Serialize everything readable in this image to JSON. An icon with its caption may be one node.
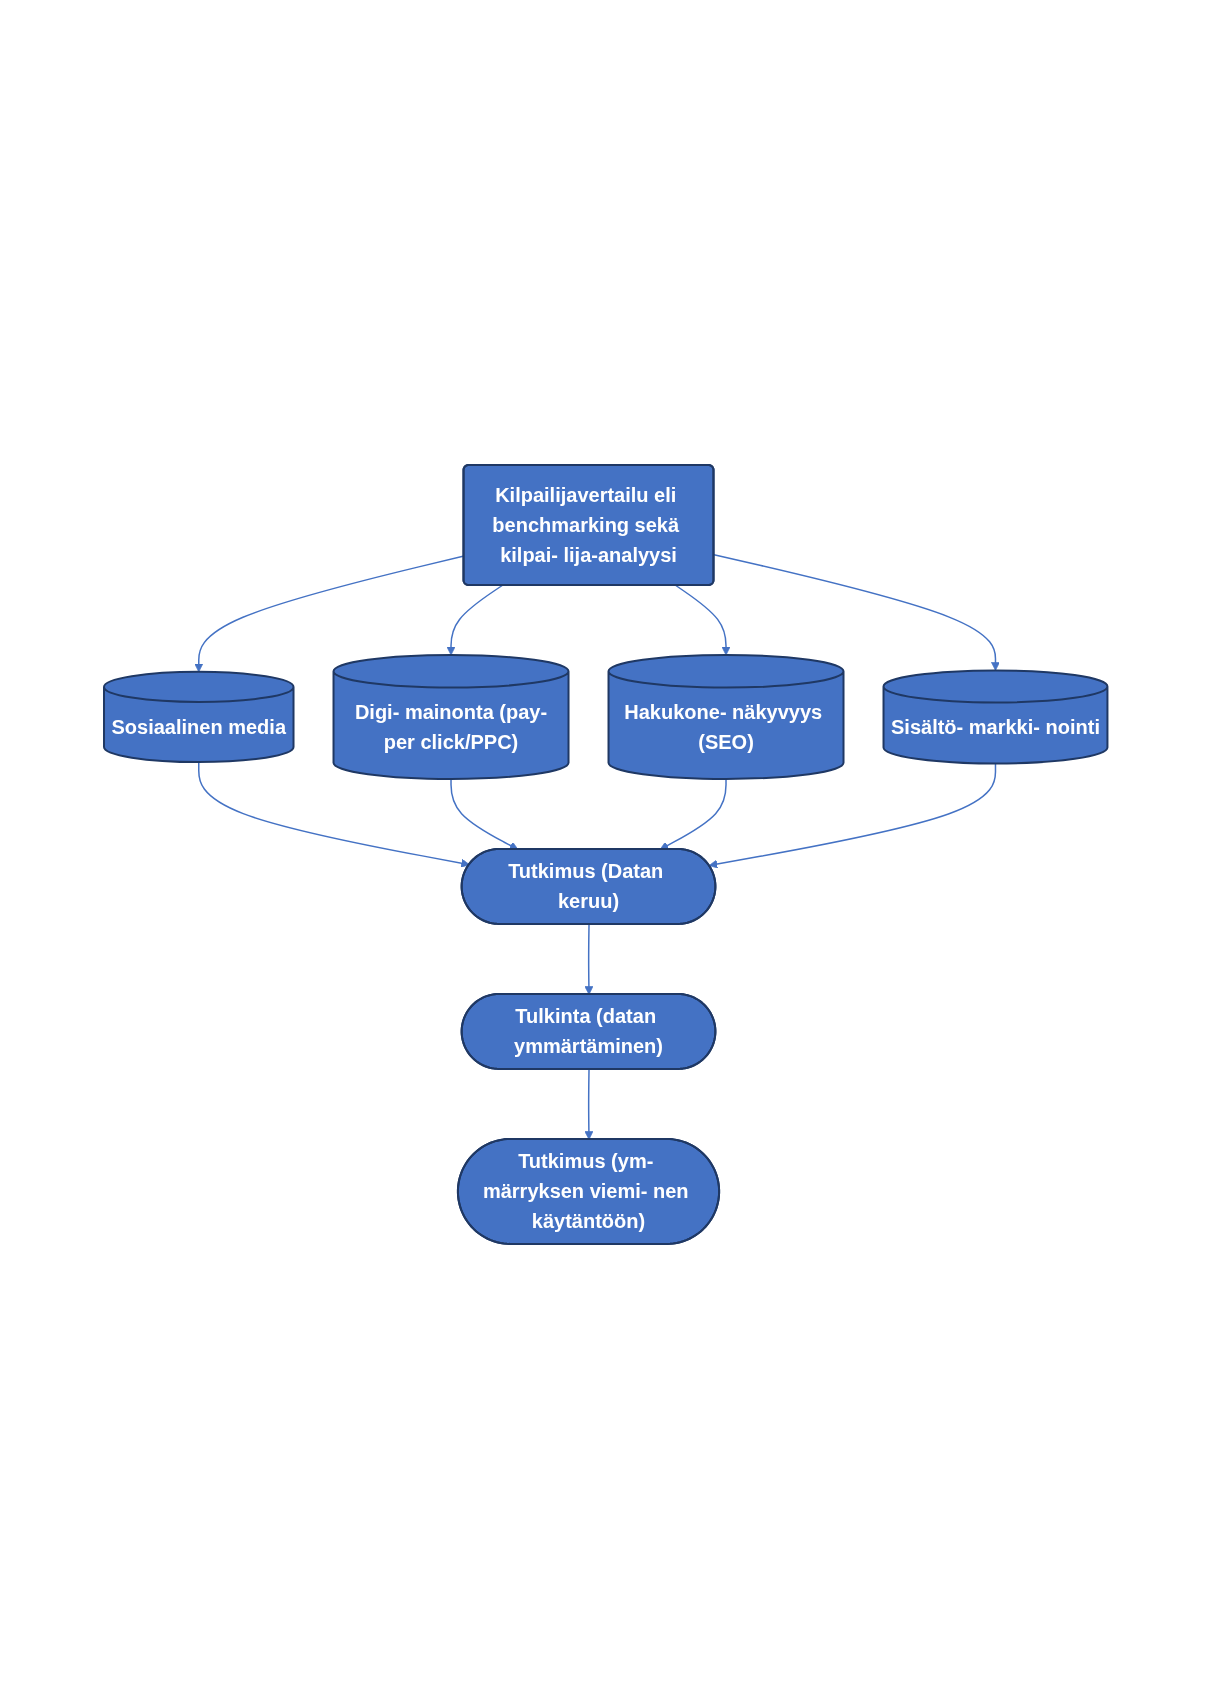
{
  "diagram": {
    "nodes": [
      {
        "text": [
          "Kilpailijavertailu eli benchmarking sekä kilpai- lija-analyysi"
        ]
      },
      {
        "text": [
          "Sosiaalinen media"
        ]
      },
      {
        "text": [
          "Digi- mainonta (pay-per click/PPC)"
        ]
      },
      {
        "text": [
          "Hakukone- näkyvyys (SEO)"
        ]
      },
      {
        "text": [
          "Sisältö- markki- nointi"
        ]
      },
      {
        "text": [
          "Tutkimus (Datan keruu)"
        ]
      },
      {
        "text": [
          "Tulkinta (datan ymmärtäminen)"
        ]
      },
      {
        "text": [
          "Tutkimus (ym- märryksen viemi- nen käytäntöön)"
        ]
      }
    ],
    "edges": [
      {
        "from": 0,
        "to": 1,
        "arrow": "to"
      },
      {
        "from": 0,
        "to": 2,
        "arrow": "to"
      },
      {
        "from": 0,
        "to": 3,
        "arrow": "to"
      },
      {
        "from": 0,
        "to": 4,
        "arrow": "to"
      },
      {
        "from": 1,
        "to": 5,
        "arrow": "to"
      },
      {
        "from": 2,
        "to": 5,
        "arrow": "to"
      },
      {
        "from": 3,
        "to": 5,
        "arrow": "to"
      },
      {
        "from": 4,
        "to": 5,
        "arrow": "to"
      },
      {
        "from": 5,
        "to": 6,
        "arrow": "to"
      },
      {
        "from": 6,
        "to": 7,
        "arrow": "to"
      }
    ]
  }
}
